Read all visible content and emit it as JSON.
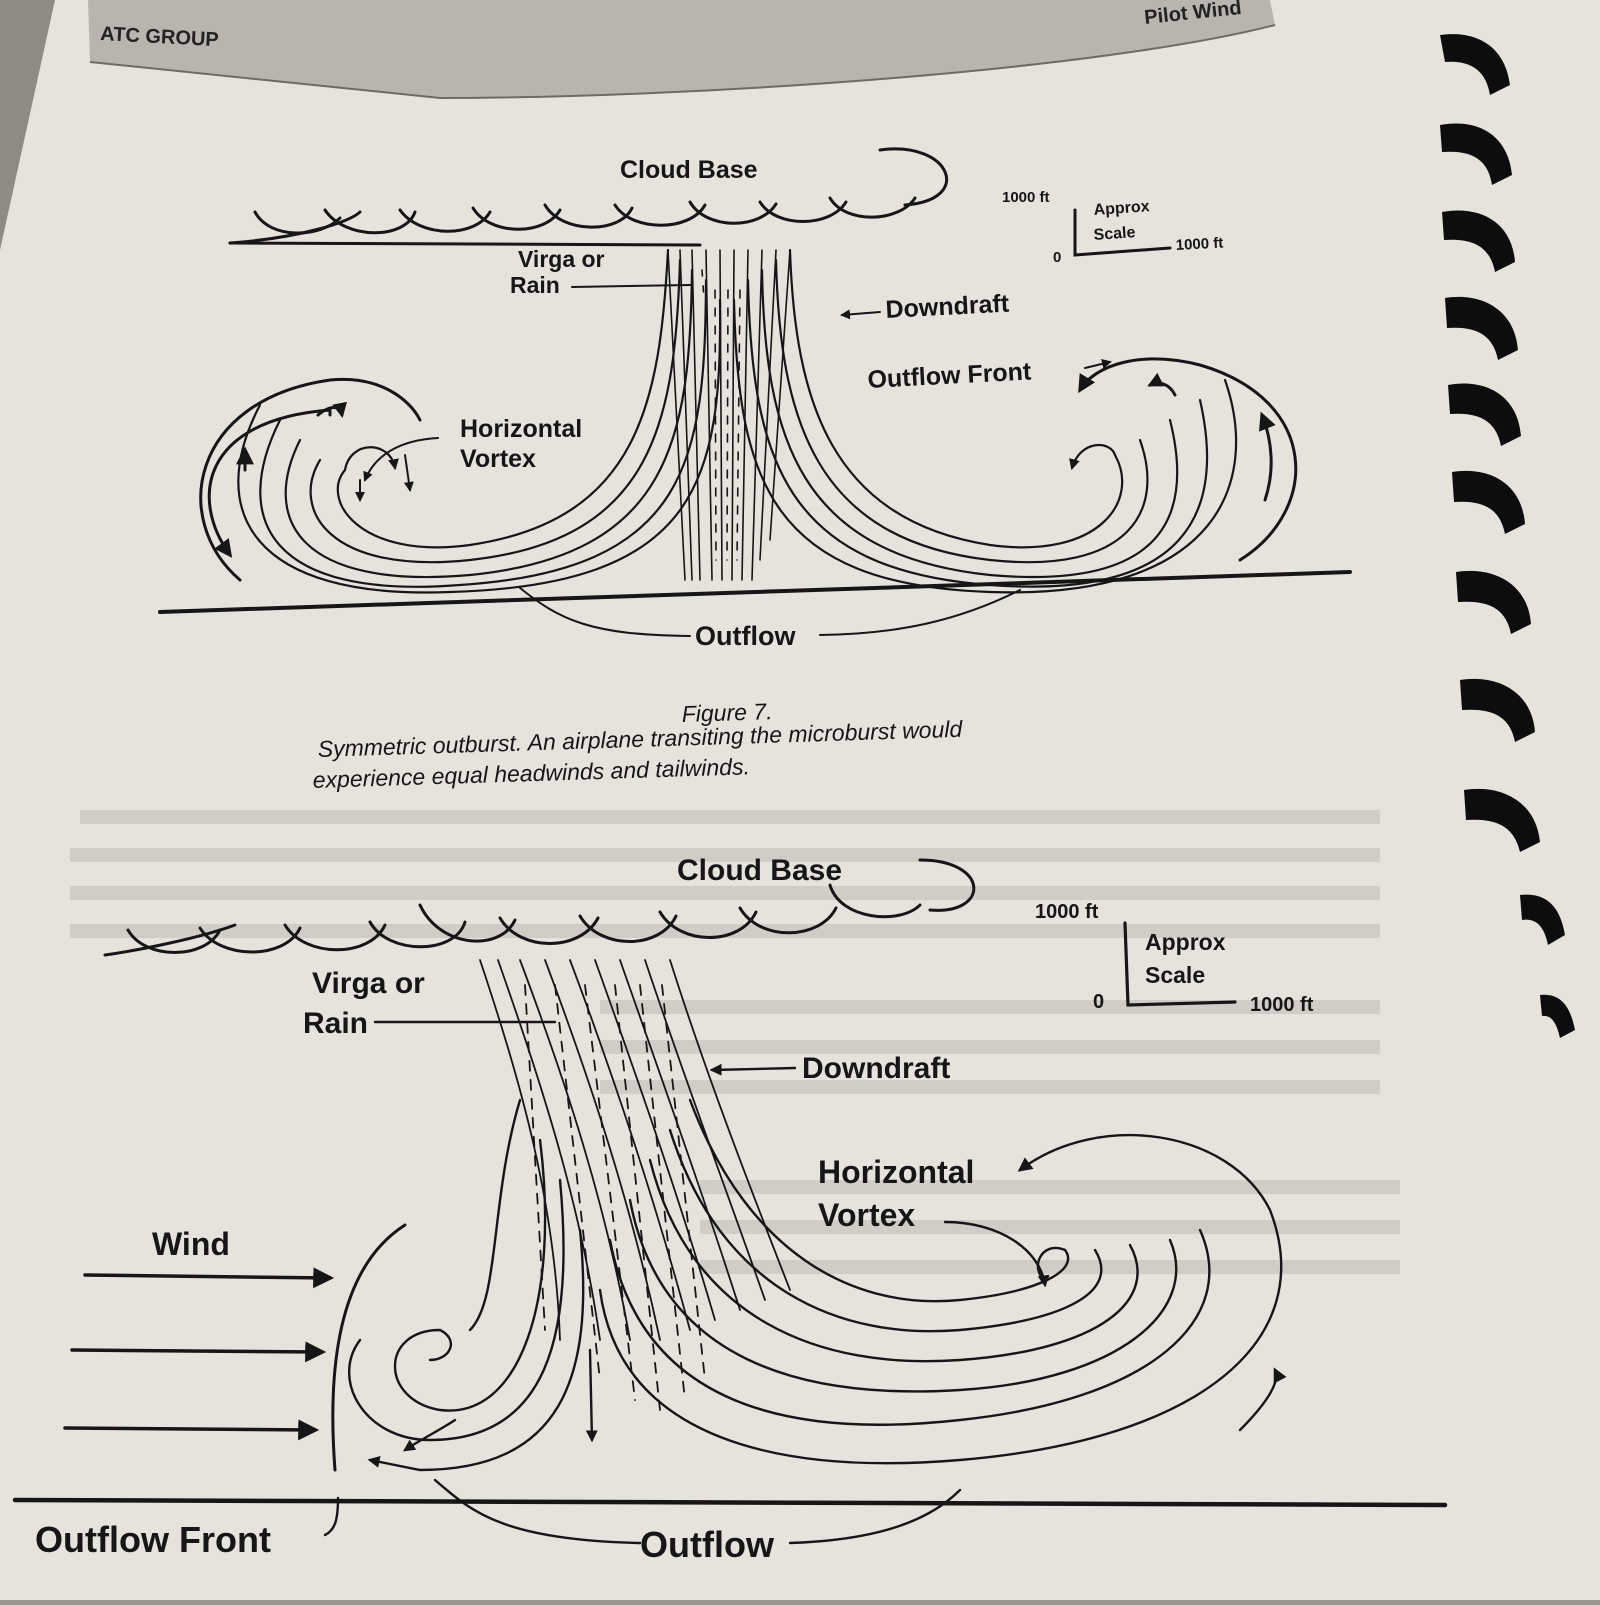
{
  "header": {
    "left": "ATC GROUP",
    "right": "Pilot Wind"
  },
  "figure1": {
    "labels": {
      "cloud_base": "Cloud Base",
      "virga_line1": "Virga or",
      "virga_line2": "Rain",
      "downdraft": "Downdraft",
      "outflow_front": "Outflow Front",
      "vortex_line1": "Horizontal",
      "vortex_line2": "Vortex",
      "outflow": "Outflow"
    },
    "scale": {
      "vertical": "1000 ft",
      "zero": "0",
      "horizontal": "1000 ft",
      "line1": "Approx",
      "line2": "Scale"
    },
    "caption": {
      "number": "Figure 7.",
      "line1": "Symmetric outburst.  An airplane transiting the microburst would",
      "line2": "experience equal headwinds and tailwinds."
    }
  },
  "figure2": {
    "labels": {
      "cloud_base": "Cloud Base",
      "virga_line1": "Virga or",
      "virga_line2": "Rain",
      "downdraft": "Downdraft",
      "vortex_line1": "Horizontal",
      "vortex_line2": "Vortex",
      "wind": "Wind",
      "outflow_front": "Outflow Front",
      "outflow": "Outflow"
    },
    "scale": {
      "vertical": "1000 ft",
      "zero": "0",
      "horizontal": "1000 ft",
      "line1": "Approx",
      "line2": "Scale"
    }
  },
  "colors": {
    "paper": "#e6e3dc",
    "ink": "#161616",
    "header_band": "#b8b5ae",
    "binding": "#0d0d0d"
  }
}
